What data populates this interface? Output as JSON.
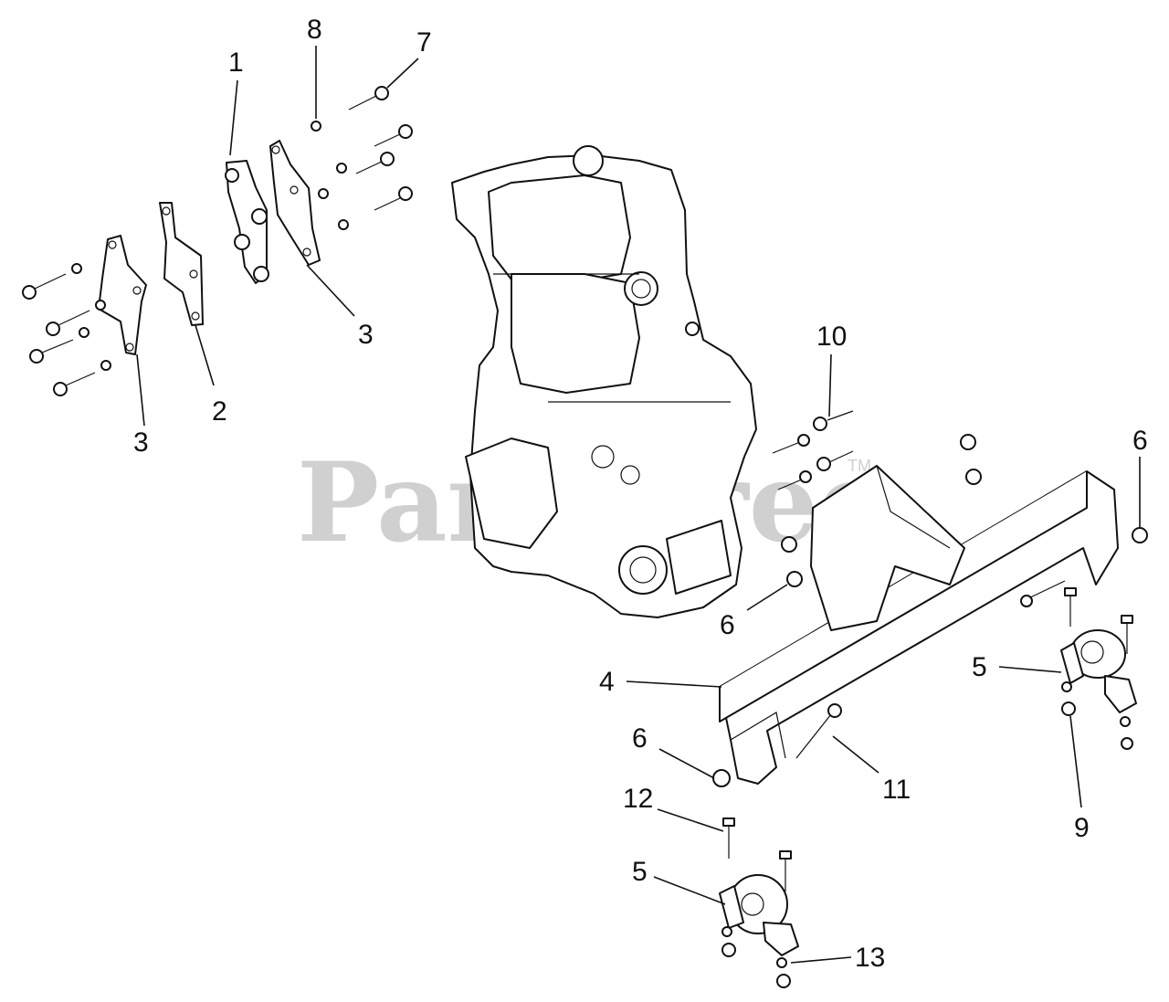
{
  "watermark": {
    "text": "PartsTree",
    "trademark": "TM"
  },
  "callouts": {
    "c1": "1",
    "c2": "2",
    "c3a": "3",
    "c3b": "3",
    "c4": "4",
    "c5a": "5",
    "c5b": "5",
    "c6a": "6",
    "c6b": "6",
    "c6c": "6",
    "c7": "7",
    "c8": "8",
    "c9": "9",
    "c10": "10",
    "c11": "11",
    "c12": "12",
    "c13": "13"
  },
  "colors": {
    "line": "#111111",
    "watermark": "#d0d0d0",
    "background": "#ffffff"
  }
}
